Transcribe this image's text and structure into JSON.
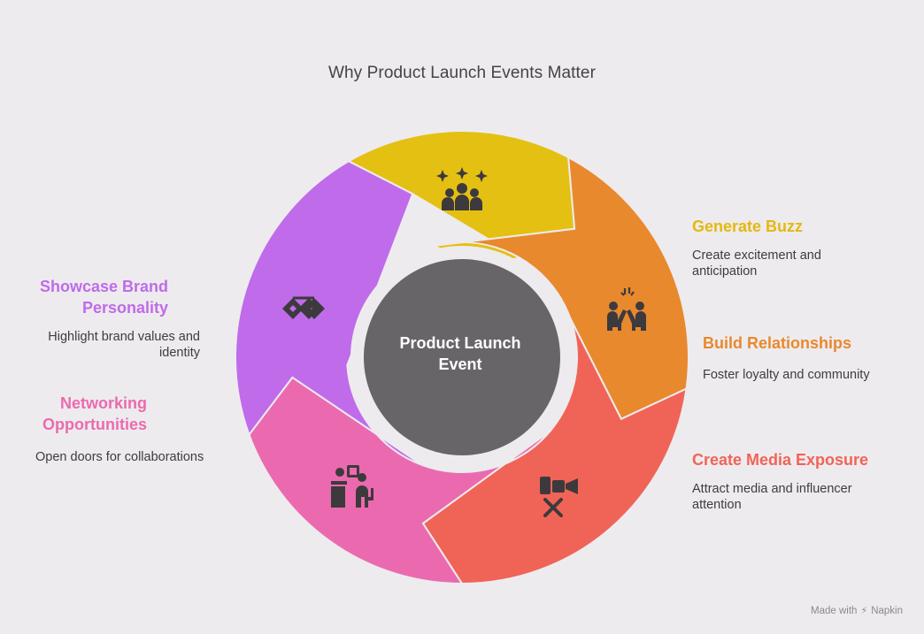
{
  "title": "Why Product Launch Events Matter",
  "center": {
    "label": "Product Launch Event",
    "color": "#686568"
  },
  "segments": [
    {
      "key": "generate-buzz",
      "label": "Generate Buzz",
      "description": "Create excitement and anticipation",
      "color": "#E4C012",
      "icon": "celebrating-crowd-icon"
    },
    {
      "key": "build-relationships",
      "label": "Build Relationships",
      "description": "Foster loyalty and community",
      "color": "#E8892E",
      "icon": "high-five-icon"
    },
    {
      "key": "create-media-exposure",
      "label": "Create Media Exposure",
      "description": "Attract media and influencer attention",
      "color": "#F06457",
      "icon": "video-camera-icon"
    },
    {
      "key": "networking-opportunities",
      "label": "Networking Opportunities",
      "description": "Open doors for collaborations",
      "color": "#EB6AAF",
      "icon": "presenter-podium-icon"
    },
    {
      "key": "showcase-brand-personality",
      "label": "Showcase Brand Personality",
      "description": "Highlight brand values and identity",
      "color": "#BF6BEA",
      "icon": "diamond-pattern-icon"
    }
  ],
  "footer": {
    "text": "Made with",
    "brand": "Napkin"
  }
}
